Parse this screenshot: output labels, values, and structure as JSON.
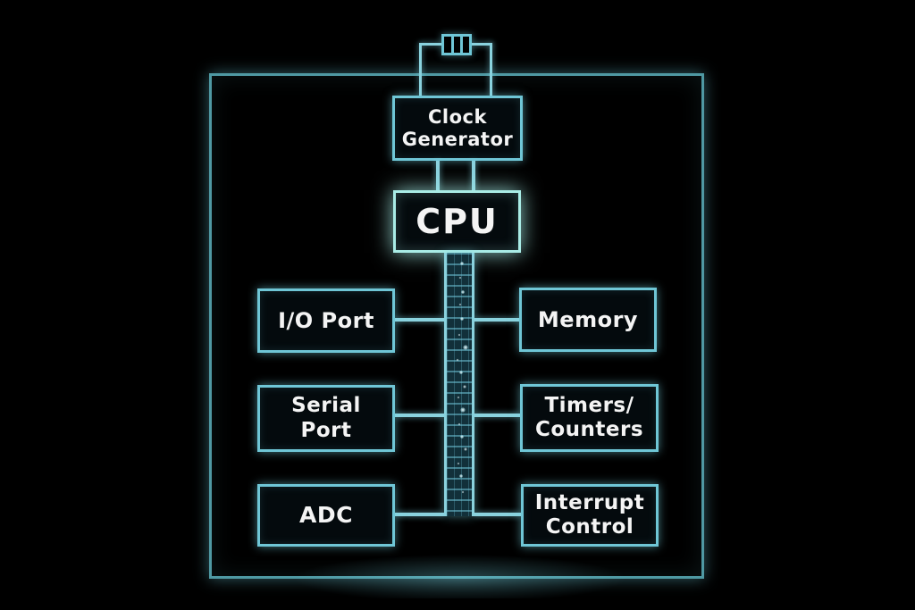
{
  "diagram": {
    "type": "block-diagram",
    "subject": "microcontroller internal architecture"
  },
  "nodes": {
    "crystal": {
      "label": "",
      "symbol": "crystal-oscillator"
    },
    "clock_generator": {
      "label": "Clock\nGenerator"
    },
    "cpu": {
      "label": "CPU"
    },
    "io_port": {
      "label": "I/O Port"
    },
    "memory": {
      "label": "Memory"
    },
    "serial_port": {
      "label": "Serial\nPort"
    },
    "timers_counters": {
      "label": "Timers/\nCounters"
    },
    "adc": {
      "label": "ADC"
    },
    "interrupt_control": {
      "label": "Interrupt\nControl"
    }
  },
  "edges": [
    {
      "from": "crystal",
      "to": "clock_generator"
    },
    {
      "from": "clock_generator",
      "to": "cpu"
    },
    {
      "from": "cpu",
      "to": "system_bus"
    },
    {
      "from": "system_bus",
      "to": "io_port"
    },
    {
      "from": "system_bus",
      "to": "memory"
    },
    {
      "from": "system_bus",
      "to": "serial_port"
    },
    {
      "from": "system_bus",
      "to": "timers_counters"
    },
    {
      "from": "system_bus",
      "to": "adc"
    },
    {
      "from": "system_bus",
      "to": "interrupt_control"
    }
  ],
  "colors": {
    "background": "#000000",
    "outer_border": "#4f99a3",
    "box_border": "#6fc6d6",
    "cpu_border": "#a9ece6",
    "connector": "#8ad2de",
    "bus_fill": "#12303a",
    "bus_grid": "#3f8291",
    "bus_dot": "#eafcff",
    "label_text": "#f4f4f4"
  }
}
